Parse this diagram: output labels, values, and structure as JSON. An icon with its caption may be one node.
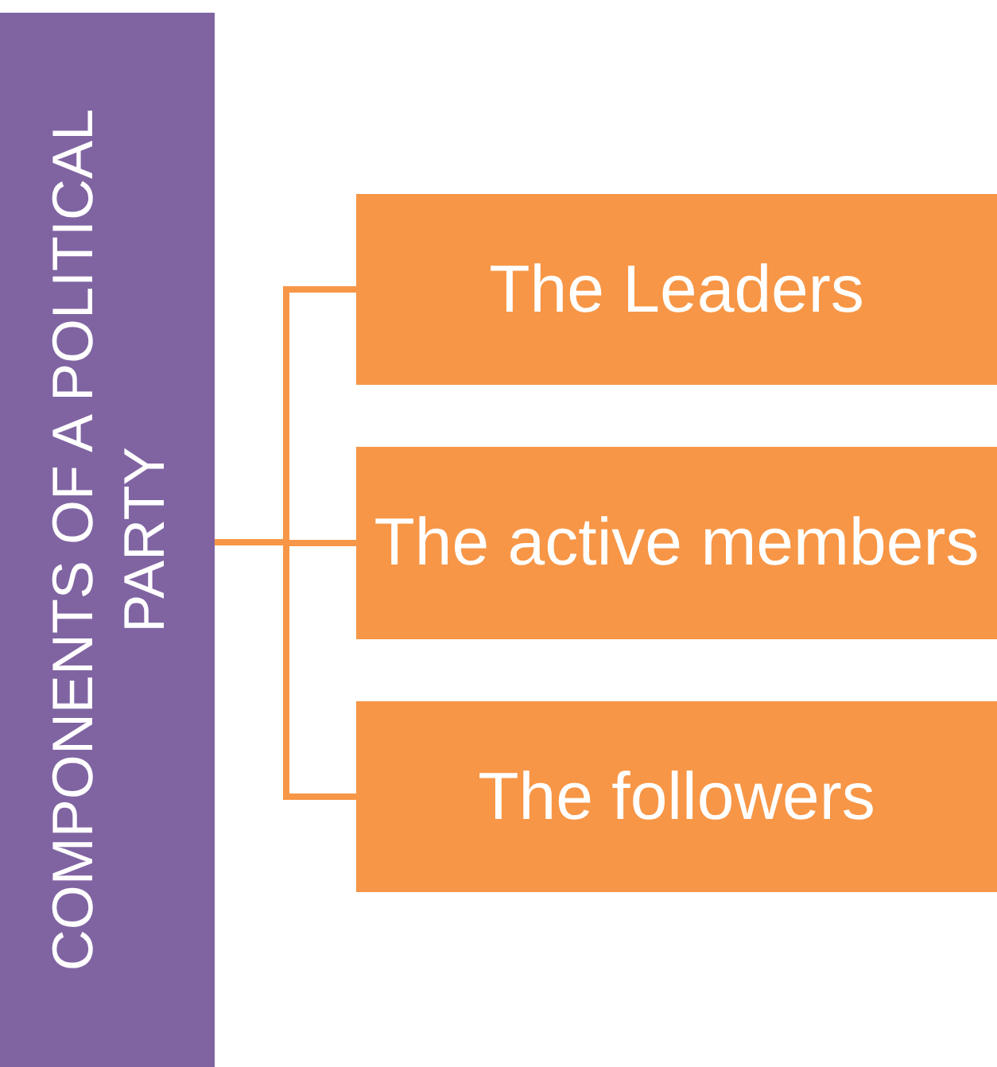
{
  "diagram": {
    "nodes": [
      {
        "text": [
          "COMPONENTS OF A POLITICAL PARTY"
        ]
      },
      {
        "text": [
          "The Leaders"
        ]
      },
      {
        "text": [
          "The active members"
        ]
      },
      {
        "text": [
          "The followers"
        ]
      }
    ],
    "edges": [
      {
        "from": 0,
        "to": 1,
        "arrow": "none"
      },
      {
        "from": 0,
        "to": 2,
        "arrow": "none"
      },
      {
        "from": 0,
        "to": 3,
        "arrow": "none"
      }
    ]
  }
}
